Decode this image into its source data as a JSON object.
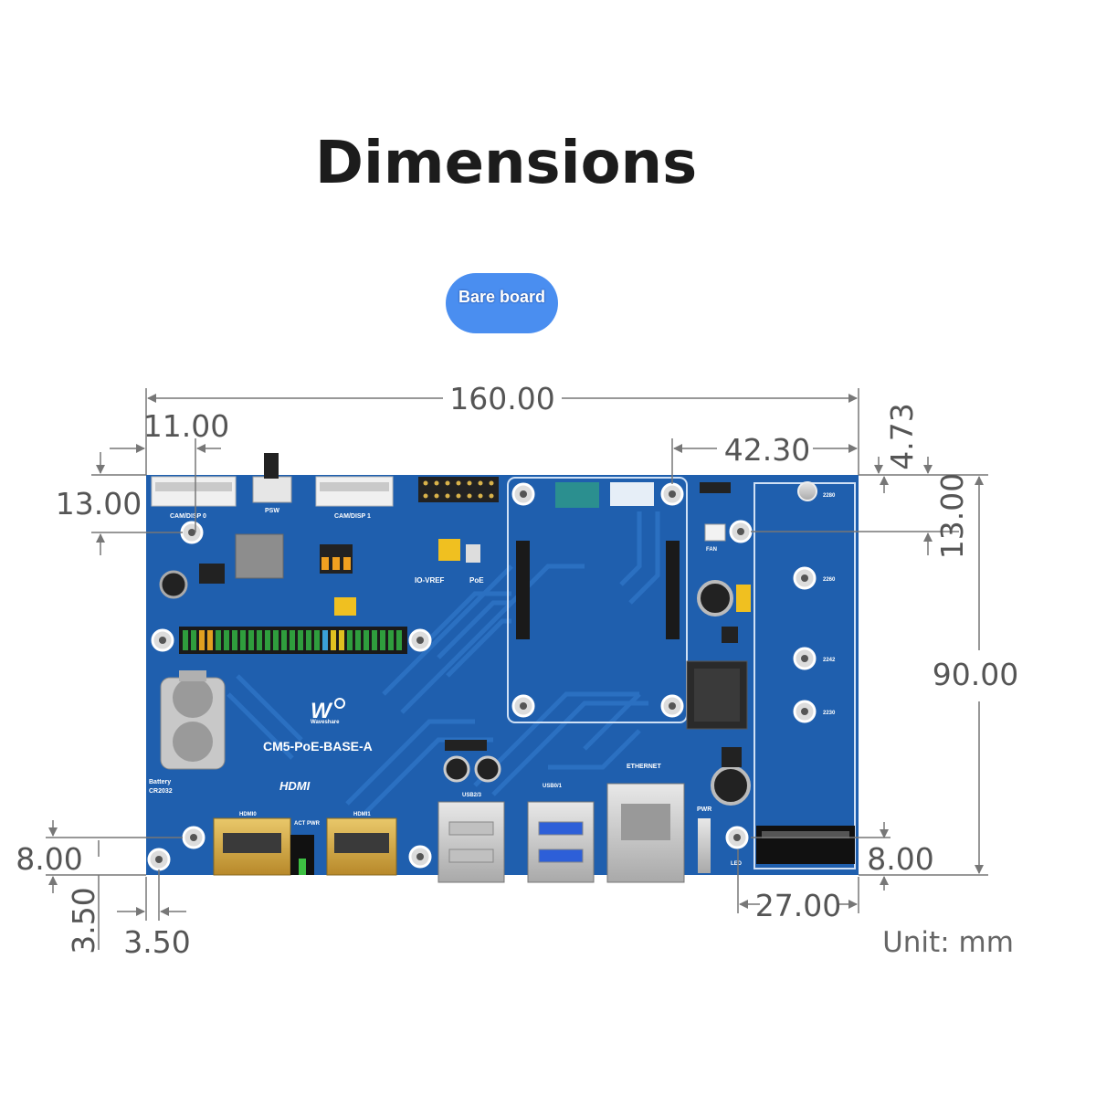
{
  "title": "Dimensions",
  "badge": "Bare board",
  "unit_label": "Unit: mm",
  "dimensions": {
    "overall_width": "160.00",
    "left_offset": "11.00",
    "right_offset": "42.30",
    "top_right_edge": "4.73",
    "left_top": "13.00",
    "right_top": "13.00",
    "hole_span_vertical": "90.00",
    "left_bottom": "8.00",
    "right_bottom": "8.00",
    "bottom_vertical": "3.50",
    "bottom_horizontal": "3.50",
    "m2_width": "27.00"
  },
  "board": {
    "name": "CM5-PoE-BASE-A",
    "brand": "Waveshare",
    "battery_label": "Battery",
    "battery_model": "CR2032",
    "hdmi_logo": "HDMI",
    "labels": {
      "cam_disp_0": "CAM/DISP 0",
      "cam_disp_1": "CAM/DISP 1",
      "psw": "PSW",
      "io_vref": "IO-VREF",
      "poe": "PoE",
      "fan": "FAN",
      "ethernet": "ETHERNET",
      "hdmi0": "HDMI0",
      "hdmi1": "HDMI1",
      "act_pwr": "ACT PWR",
      "usb23": "USB2/3",
      "usb01": "USB0/1",
      "pwr": "PWR",
      "led": "LED",
      "m2_2280": "2280",
      "m2_2260": "2260",
      "m2_2242": "2242",
      "m2_2230": "2230"
    }
  },
  "colors": {
    "pcb": "#1f5fae",
    "pill": "#4a8ef0",
    "dimension_line": "#777777"
  }
}
